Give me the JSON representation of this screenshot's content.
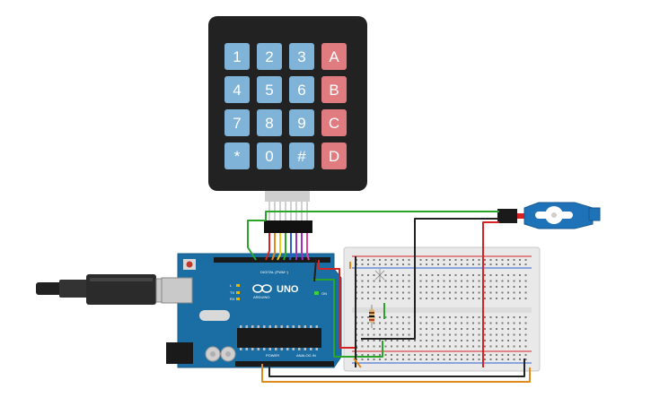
{
  "keypad": {
    "rows": [
      [
        "1",
        "2",
        "3",
        "A"
      ],
      [
        "4",
        "5",
        "6",
        "B"
      ],
      [
        "7",
        "8",
        "9",
        "C"
      ],
      [
        "*",
        "0",
        "#",
        "D"
      ]
    ],
    "digit_color": "#7fb3d8",
    "letter_color": "#e07b80",
    "body_color": "#222222"
  },
  "arduino": {
    "model": "UNO",
    "brand": "ARDUINO",
    "digital_label": "DIGITAL (PWM~)",
    "power_label": "POWER",
    "analog_label": "ANALOG IN",
    "on_label": "ON",
    "tx_label": "TX",
    "rx_label": "RX",
    "l_label": "L",
    "board_color": "#1b6ea3"
  },
  "servo": {
    "color": "#1e73b8"
  },
  "wires": {
    "red": "#d62222",
    "black": "#222222",
    "green": "#2aa52a",
    "orange": "#e08a1e",
    "yellow": "#e6d21a",
    "blue": "#2a5fd6",
    "purple": "#9b2fbf",
    "pink": "#e040a0"
  }
}
